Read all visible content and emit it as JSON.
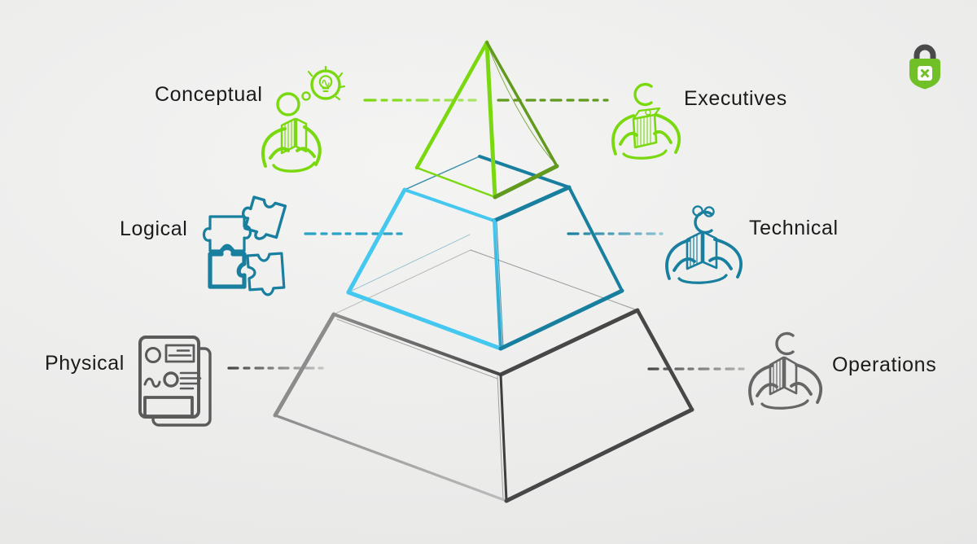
{
  "logo": {
    "icon": "security-lock-logo"
  },
  "pyramid": {
    "tiers": [
      {
        "name": "top-tier",
        "left_label": "Conceptual",
        "right_label": "Executives",
        "left_icon": "idea-reader-icon",
        "right_icon": "executive-reader-icon",
        "color_main": "#7ad90e",
        "color_dark": "#619a1f"
      },
      {
        "name": "middle-tier",
        "left_label": "Logical",
        "right_label": "Technical",
        "left_icon": "puzzle-pieces-icon",
        "right_icon": "glasses-reader-icon",
        "color_main": "#45c8f0",
        "color_dark": "#187f9f"
      },
      {
        "name": "bottom-tier",
        "left_label": "Physical",
        "right_label": "Operations",
        "left_icon": "documents-icon",
        "right_icon": "reader-icon",
        "color_main": "#8c8c8c",
        "color_dark": "#474747"
      }
    ]
  },
  "colors": {
    "green_bright": "#7ad90e",
    "green_dark": "#619a1f",
    "cyan_bright": "#45c8f0",
    "teal_dark": "#187f9f",
    "teal_mid": "#2aa3c6",
    "gray_mid": "#8c8c8c",
    "gray_dark": "#474747",
    "text": "#1b1b1b",
    "logo_green": "#72c027",
    "logo_dark": "#4a4a4a"
  }
}
